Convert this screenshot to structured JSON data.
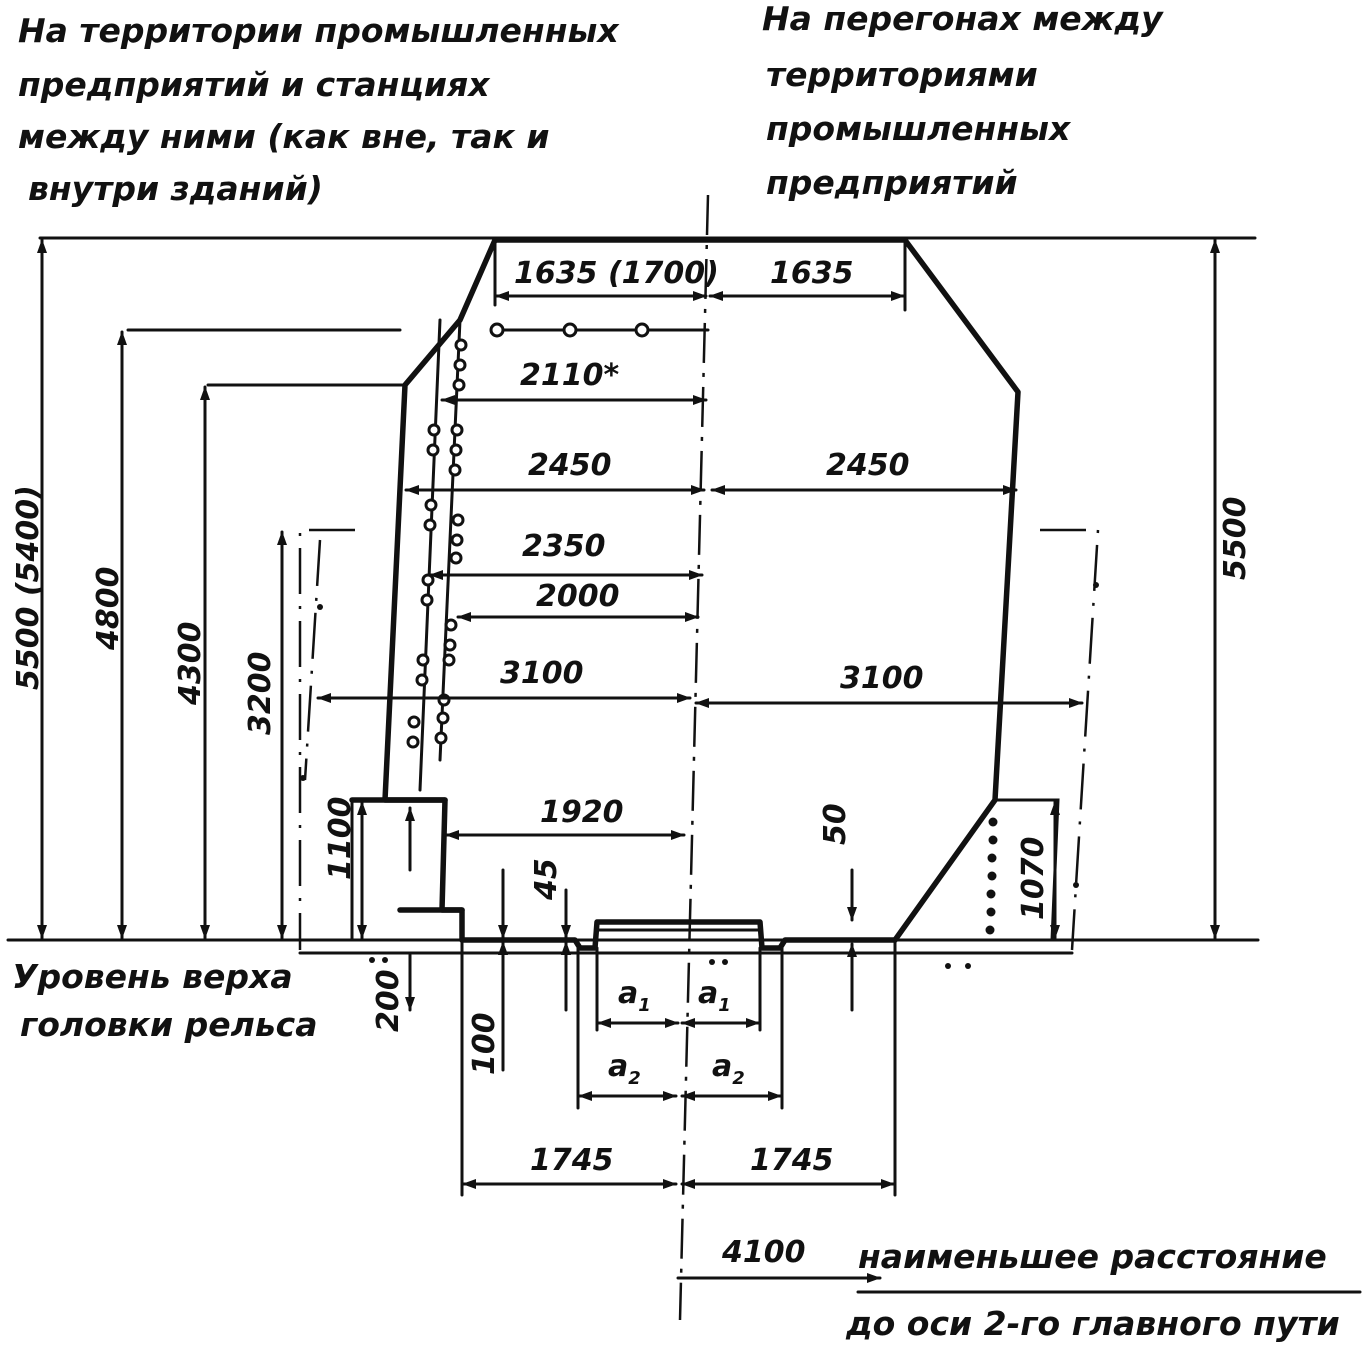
{
  "captions": {
    "left": [
      "На территории промышленных",
      "предприятий и станциях",
      "между ними (как вне, так и",
      "внутри зданий)"
    ],
    "right": [
      "На перегонах между",
      "территориями",
      "промышленных",
      "предприятий"
    ],
    "rail_level": [
      "Уровень верха",
      "головки рельса"
    ],
    "bottom": [
      "наименьшее расстояние",
      "до оси 2-го главного пути"
    ]
  },
  "dimensions": {
    "top_left": "1635 (1700)",
    "top_right": "1635",
    "wire_2110": "2110*",
    "w2450_left": "2450",
    "w2450_right": "2450",
    "w2350": "2350",
    "w2000": "2000",
    "w3100_left": "3100",
    "w3100_right": "3100",
    "w1920": "1920",
    "h5500_left": "5500 (5400)",
    "h4800": "4800",
    "h4300": "4300",
    "h3200": "3200",
    "h1100": "1100",
    "h200": "200",
    "h100": "100",
    "h45": "45",
    "h50": "50",
    "h1070": "1070",
    "h5500_right": "5500",
    "a1": "a",
    "a1_sub": "1",
    "a2": "a",
    "a2_sub": "2",
    "w1745_left": "1745",
    "w1745_right": "1745",
    "w4100": "4100"
  }
}
